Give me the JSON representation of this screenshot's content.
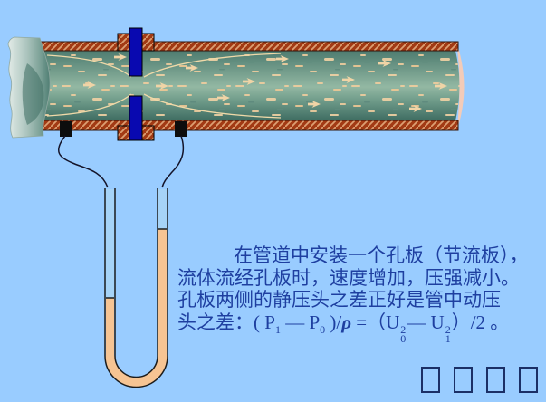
{
  "scene": {
    "background_color": "#99CCFF",
    "pipe_wall_color": "#A23A14",
    "wall_stripe_color": "#DC9F72",
    "fluid_color_dark": "#4E7C70",
    "fluid_color_light": "#93B8A3",
    "speckle_color": "#F0CD9E",
    "orifice_plate_color": "#0909B0",
    "pressure_tap_color": "#0d0d0d",
    "manometer_liquid_color": "#F6C493",
    "caption_color": "#1E3FA0",
    "nav_box_border_color": "#1B2F66",
    "parts": {
      "pipe": "horizontal pipe with hatched walls",
      "orifice_plate": "dark blue throttling plate with flanges",
      "pressure_taps": "upstream and downstream taps",
      "manometer": "U-tube with liquid higher on downstream side"
    }
  },
  "caption": {
    "line1": "在管道中安装一个孔板（节流板），",
    "line2": "流体流经孔板时，速度增加，压强减小。",
    "line3": "孔板两侧的静压头之差正好是管中动压",
    "line4": {
      "p1": "头之差：( P",
      "s1": "1",
      "p2": " — P",
      "s2": "0",
      "p3": " )/",
      "rho": "ρ",
      "p4": " =（U",
      "u0sup": "2",
      "u0sub": "0",
      "p5": "— U",
      "u1sup": "2",
      "u1sub": "1",
      "p6": "）/2 。"
    }
  },
  "nav": {
    "box_count": 4
  }
}
